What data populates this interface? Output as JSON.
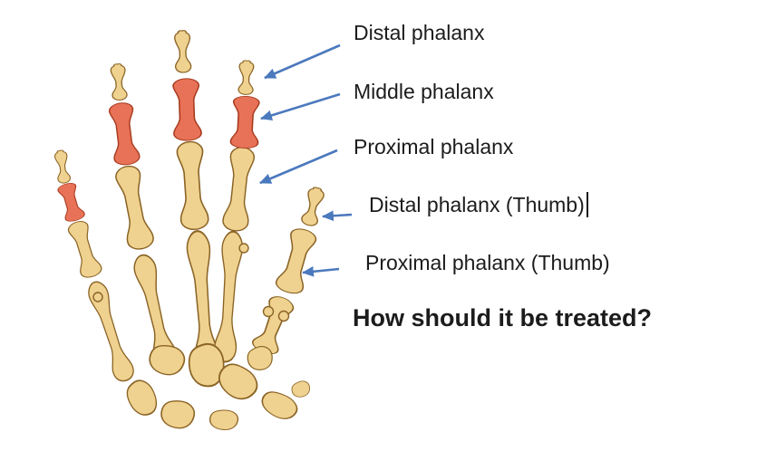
{
  "slide": {
    "background": "#ffffff",
    "annotations": [
      {
        "label": "Distal phalanx",
        "points_to": "index finger distal phalanx"
      },
      {
        "label": "Middle phalanx",
        "points_to": "index finger middle phalanx (highlighted red)"
      },
      {
        "label": "Proximal phalanx",
        "points_to": "index finger proximal phalanx"
      },
      {
        "label": "Distal phalanx (Thumb)",
        "points_to": "thumb distal phalanx",
        "text_cursor_after": true
      },
      {
        "label": "Proximal phalanx (Thumb)",
        "points_to": "thumb proximal phalanx"
      }
    ],
    "question": "How should it be treated?",
    "illustration": {
      "subject": "human hand skeleton, dorsal view",
      "highlighted_bones": [
        "pinky middle phalanx",
        "ring finger middle phalanx",
        "middle finger middle phalanx",
        "index finger middle phalanx"
      ]
    },
    "colors": {
      "background": "#ffffff",
      "bone_fill": "#efd28f",
      "bone_outline": "#8a6325",
      "highlight_fill": "#e87257",
      "highlight_outline": "#a83c20",
      "arrow": "#4b79bd",
      "text_color": "#1c1c1c"
    }
  }
}
